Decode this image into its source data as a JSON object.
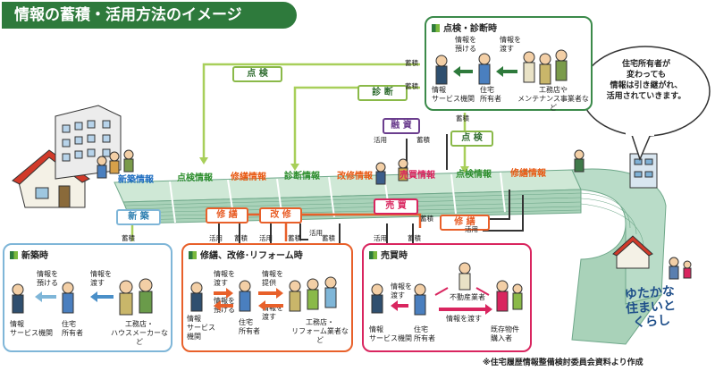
{
  "title": "情報の蓄積・活用方法のイメージ",
  "source_note": "※住宅履歴情報整備検討委員会資料より作成",
  "speech_bubble": "住宅所有者が\n変わっても\n情報は引き継がれ、\n活用されていきます。",
  "corner_label": "ゆたかな\n住まいと\nくらし",
  "stage_labels": [
    "新築情報",
    "点検情報",
    "修繕情報",
    "診断情報",
    "改修情報",
    "売買情報",
    "点検情報",
    "修繕情報"
  ],
  "flow_tags": {
    "shinchiku": "新 築",
    "tenken_top": "点 検",
    "shindan_top": "診 断",
    "yushi": "融 資",
    "tenken_mid": "点 検",
    "shuzen1": "修 繕",
    "kaishu": "改 修",
    "baibai": "売 買",
    "shuzen2": "修 繕"
  },
  "flow_words": {
    "chikuseki": "蓄積",
    "katsuyo": "活用"
  },
  "panels": {
    "inspection": {
      "title": "点検・診断時",
      "deposit": "情報を\n預ける",
      "pass": "情報を\n渡す",
      "agency": "情報\nサービス機関",
      "owner": "住宅\n所有者",
      "contractor": "工務店や\nメンテナンス事業者など"
    },
    "newbuild": {
      "title": "新築時",
      "deposit": "情報を\n預ける",
      "pass": "情報を\n渡す",
      "agency": "情報\nサービス機関",
      "owner": "住宅\n所有者",
      "contractor": "工務店・\nハウスメーカーなど"
    },
    "repair": {
      "title": "修繕、改修･リフォーム時",
      "pass1": "情報を\n渡す",
      "deposit": "情報を\n預ける",
      "provide": "情報を\n提供",
      "pass2": "情報を\n渡す",
      "agency": "情報\nサービス\n機関",
      "owner": "住宅\n所有者",
      "contractor": "工務店・\nリフォーム業者など"
    },
    "sale": {
      "title": "売買時",
      "pass1": "情報を\n渡す",
      "broker": "不動産業者",
      "pass2": "情報を渡す",
      "agency": "情報\nサービス機関",
      "owner": "住宅\n所有者",
      "buyer": "既存物件\n購入者"
    }
  },
  "colors": {
    "title_bg": "#2e7a3c",
    "ledger": "#b9dcc8",
    "ledger_dark": "#7fb59a",
    "green_line": "#a8cf5a",
    "orange": "#e8602a",
    "pink": "#d9255f",
    "panel_blue": "#7fb6d8",
    "panel_green": "#3b8a4a"
  }
}
